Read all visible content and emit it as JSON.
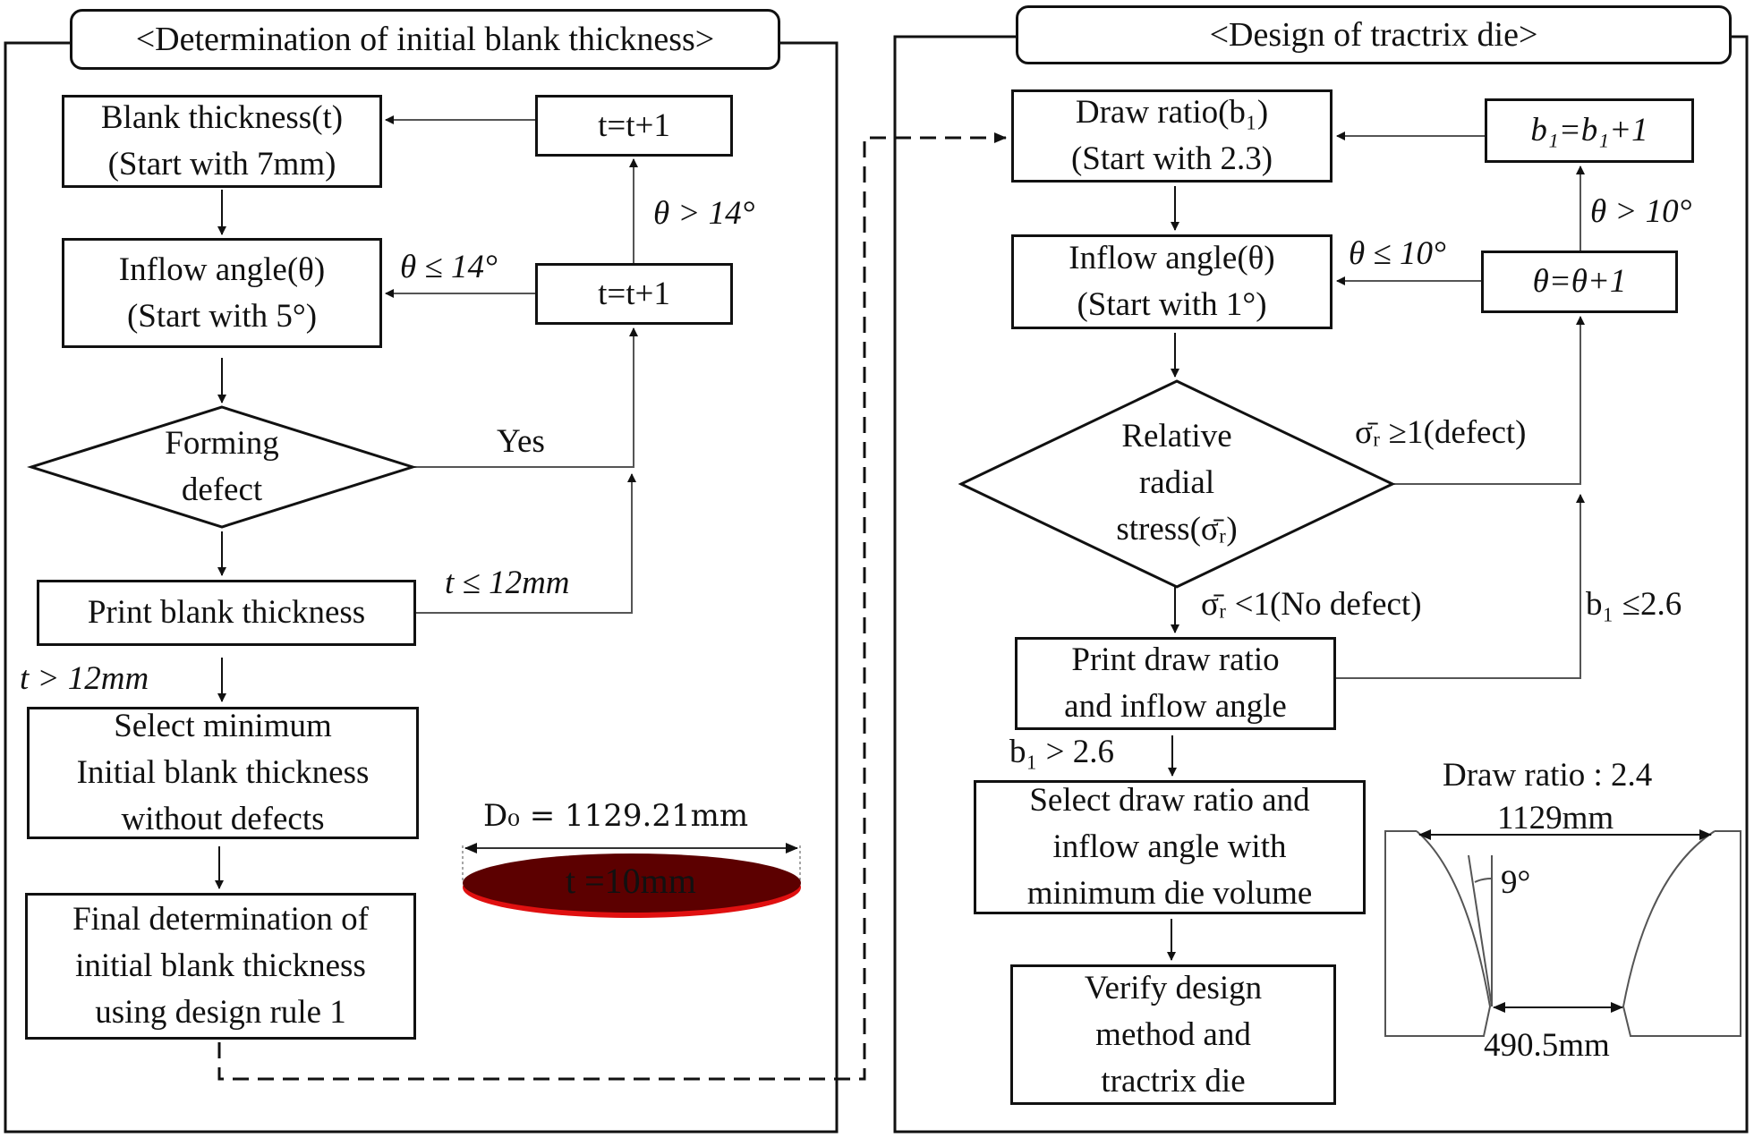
{
  "left_panel": {
    "title": "<Determination of initial blank thickness>",
    "nodes": {
      "blank_thickness": [
        "Blank thickness(t)",
        "(Start with 7mm)"
      ],
      "t_inc_top": "t=t+1",
      "inflow_angle": [
        "Inflow angle(θ)",
        "(Start with 5°)"
      ],
      "t_inc_mid": "t=t+1",
      "forming_defect": [
        "Forming",
        "defect"
      ],
      "print_blank": "Print blank thickness",
      "select_minimum": [
        "Select minimum",
        "Initial blank thickness",
        "without defects"
      ],
      "final_determination": [
        "Final determination of",
        "initial blank thickness",
        "using design rule 1"
      ]
    },
    "edge_labels": {
      "theta_gt": "θ > 14°",
      "theta_le": "θ ≤ 14°",
      "yes": "Yes",
      "t_le": "t ≤ 12mm",
      "t_gt": "t > 12mm"
    },
    "blank_illustration": {
      "diameter_label": "D₀ = 1129.21mm",
      "thickness_label": "t =10mm",
      "fill_color": "#5c0000",
      "edge_color": "#e01010"
    }
  },
  "right_panel": {
    "title": "<Design of tractrix die>",
    "nodes": {
      "draw_ratio": [
        "Draw ratio(b₁)",
        "(Start with 2.3)"
      ],
      "b_inc": "b₁=b₁+1",
      "inflow_angle": [
        "Inflow angle(θ)",
        "(Start with 1°)"
      ],
      "theta_inc": "θ=θ+1",
      "radial_stress": [
        "Relative",
        "radial",
        "stress(σ̄ᵣ)"
      ],
      "print_draw": [
        "Print draw ratio",
        "and inflow angle"
      ],
      "select_draw": [
        "Select draw ratio and",
        "inflow angle with",
        "minimum die volume"
      ],
      "verify": [
        "Verify design",
        "method and",
        "tractrix die"
      ]
    },
    "edge_labels": {
      "theta_gt": "θ > 10°",
      "theta_le": "θ ≤ 10°",
      "defect": "σ̄ᵣ ≥1(defect)",
      "no_defect": "σ̄ᵣ <1(No defect)",
      "b_le": "b₁ ≤2.6",
      "b_gt": "b₁ > 2.6"
    },
    "die_illustration": {
      "title": "Draw ratio : 2.4",
      "top_width": "1129mm",
      "bottom_width": "490.5mm",
      "angle": "9°"
    }
  }
}
